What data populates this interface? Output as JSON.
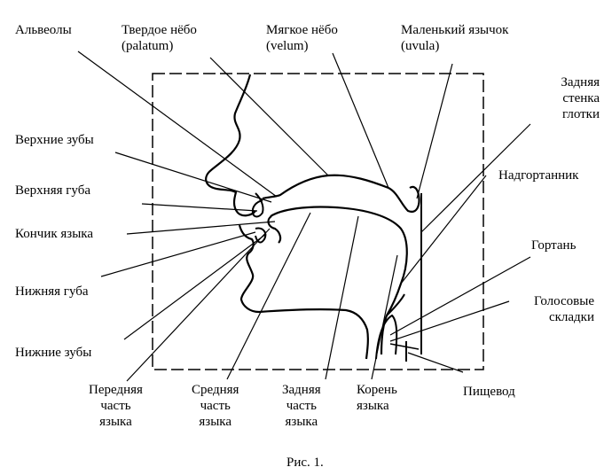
{
  "labels": {
    "alveoly": "Альвеолы",
    "hard_palate": [
      "Твердое нёбо",
      "(palatum)"
    ],
    "soft_palate": [
      "Мягкое нёбо",
      "(velum)"
    ],
    "uvula": [
      "Маленький язычок",
      "(uvula)"
    ],
    "pharynx_wall": [
      "Задняя",
      "стенка",
      "глотки"
    ],
    "upper_teeth": "Верхние зубы",
    "epiglottis": "Надгортанник",
    "upper_lip": "Верхняя губа",
    "tongue_tip": "Кончик языка",
    "larynx": "Гортань",
    "lower_lip": "Нижняя губа",
    "vocal_folds": [
      "Голосовые",
      "складки"
    ],
    "lower_teeth": "Нижние зубы",
    "front_tongue": [
      "Передняя",
      "часть",
      "языка"
    ],
    "middle_tongue": [
      "Средняя",
      "часть",
      "языка"
    ],
    "back_tongue": [
      "Задняя",
      "часть",
      "языка"
    ],
    "tongue_root": [
      "Корень",
      "языка"
    ],
    "esophagus": "Пищевод"
  },
  "caption": "Рис. 1."
}
